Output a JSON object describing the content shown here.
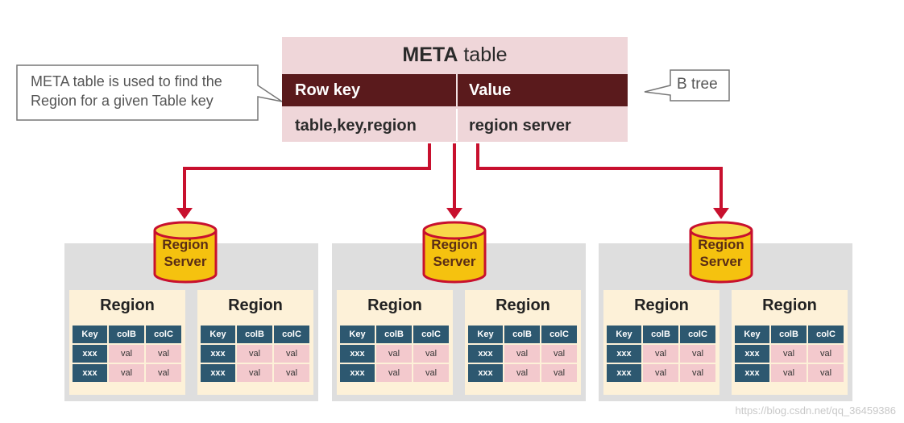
{
  "meta_table": {
    "title_bold": "META",
    "title_rest": " table",
    "header": {
      "row_key": "Row key",
      "value": "Value"
    },
    "row": {
      "row_key": "table,key,region",
      "value": "region server"
    }
  },
  "callout_left": {
    "line1": "META table is used to find the",
    "line2": "Region for a given Table key"
  },
  "callout_right": {
    "text": "B tree"
  },
  "region_server": {
    "line1": "Region",
    "line2": "Server"
  },
  "region": {
    "title": "Region",
    "headers": [
      "Key",
      "colB",
      "colC"
    ],
    "rows": [
      [
        "xxx",
        "val",
        "val"
      ],
      [
        "xxx",
        "val",
        "val"
      ]
    ]
  },
  "colors": {
    "meta_bg": "#efd6d9",
    "meta_header": "#5a1a1c",
    "arrow": "#c8102e",
    "table_header": "#2d5870",
    "cell": "#f3c9cd",
    "cylinder": "#f5c20f"
  },
  "watermark": "https://blog.csdn.net/qq_36459386"
}
